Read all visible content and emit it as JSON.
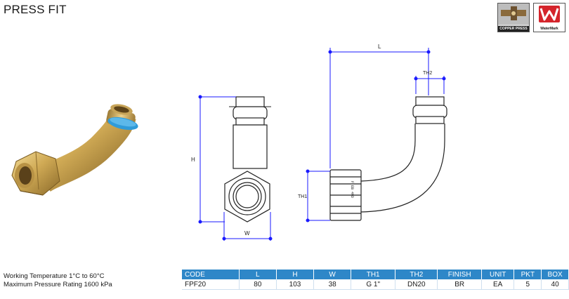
{
  "header": {
    "title": "PRESS FIT"
  },
  "logos": {
    "copper_press_caption": "COPPER PRESS",
    "watermark_caption": "WaterMark"
  },
  "dimensions": {
    "L": "L",
    "TH2": "TH2",
    "H": "H",
    "TH1": "TH1",
    "W": "W",
    "marking": "F EB 4MD"
  },
  "specs": {
    "line1": "Working Temperature 1°C to 60°C",
    "line2": "Maximum Pressure Rating  1600 kPa"
  },
  "table": {
    "headers": [
      "CODE",
      "L",
      "H",
      "W",
      "TH1",
      "TH2",
      "FINISH",
      "UNIT",
      "PKT",
      "BOX"
    ],
    "rows": [
      [
        "FPF20",
        "80",
        "103",
        "38",
        "G 1\"",
        "DN20",
        "BR",
        "EA",
        "5",
        "40"
      ]
    ]
  },
  "colors": {
    "accent": "#2e87c8",
    "dimension_lines": "#1a1aff",
    "brass": "#c9a24a",
    "oring": "#2f9bd9",
    "watermark_red": "#d4242b"
  }
}
